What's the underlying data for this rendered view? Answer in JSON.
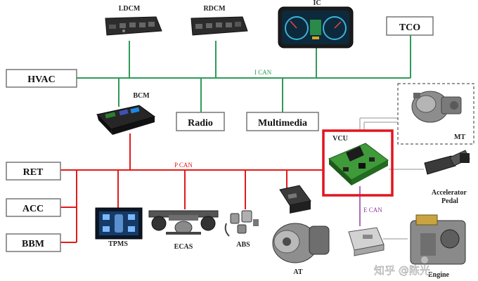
{
  "modules": {
    "ldcm": "LDCM",
    "rdcm": "RDCM",
    "ic": "IC",
    "tco": "TCO",
    "hvac": "HVAC",
    "bcm": "BCM",
    "radio": "Radio",
    "multimedia": "Multimedia",
    "vcu": "VCU",
    "mt": "MT",
    "accelerator_pedal": "Accelerator\nPedal",
    "ret": "RET",
    "acc": "ACC",
    "bbm": "BBM",
    "tpms": "TPMS",
    "ecas": "ECAS",
    "abs": "ABS",
    "at": "AT",
    "engine": "Engine"
  },
  "buses": {
    "i_can": "I CAN",
    "p_can": "P CAN",
    "e_can": "E CAN"
  },
  "watermark": "知乎 @陈光",
  "colors": {
    "i_can": "#2e9b57",
    "p_can": "#e21b1b",
    "e_can": "#8e3d9a",
    "highlight": "#e0161e"
  }
}
